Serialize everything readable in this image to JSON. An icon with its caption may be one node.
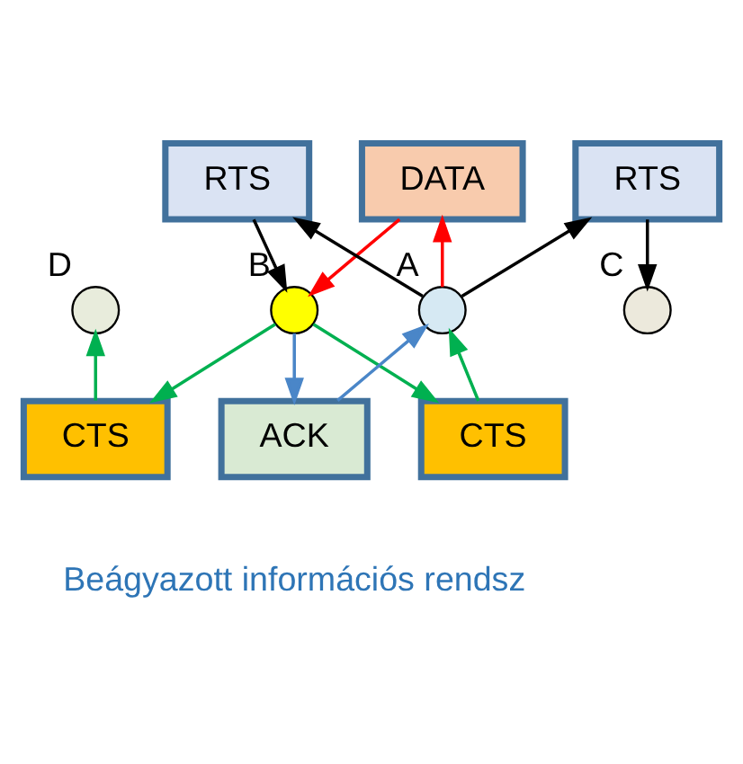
{
  "diagram": {
    "nodes": [
      {
        "text": [
          "DATA"
        ]
      },
      {
        "text": [
          "RTS"
        ]
      },
      {
        "text": [
          "RTS"
        ]
      },
      {
        "text": [],
        "shape": "circle",
        "beside": [
          "D"
        ]
      },
      {
        "text": [],
        "shape": "circle",
        "beside": [
          "B"
        ]
      },
      {
        "text": [],
        "shape": "circle",
        "beside": [
          "A"
        ]
      },
      {
        "text": [],
        "shape": "circle",
        "beside": [
          "C"
        ]
      },
      {
        "text": [
          "CTS"
        ]
      },
      {
        "text": [
          "CTS"
        ]
      },
      {
        "text": [
          "ACK"
        ]
      }
    ],
    "edges": [
      {
        "from": 0,
        "to": 4,
        "arrow": "to",
        "color": "#ff0000"
      },
      {
        "from": 5,
        "to": 0,
        "arrow": "to",
        "color": "#ff0000"
      },
      {
        "from": 5,
        "to": 1,
        "arrow": "to"
      },
      {
        "from": 5,
        "to": 2,
        "arrow": "to"
      },
      {
        "from": 1,
        "to": 4,
        "arrow": "to"
      },
      {
        "from": 2,
        "to": 6,
        "arrow": "to"
      },
      {
        "from": 4,
        "to": 7,
        "arrow": "to",
        "color": "#00b050"
      },
      {
        "from": 4,
        "to": 8,
        "arrow": "to",
        "color": "#00b050"
      },
      {
        "from": 7,
        "to": 3,
        "arrow": "to",
        "color": "#00b050"
      },
      {
        "from": 8,
        "to": 5,
        "arrow": "to",
        "color": "#00b050"
      },
      {
        "from": 4,
        "to": 9,
        "arrow": "to",
        "color": "#4a86c8"
      },
      {
        "from": 9,
        "to": 5,
        "arrow": "to",
        "color": "#4a86c8"
      }
    ],
    "labels": [
      "Beágyazott információs rendsz"
    ]
  }
}
